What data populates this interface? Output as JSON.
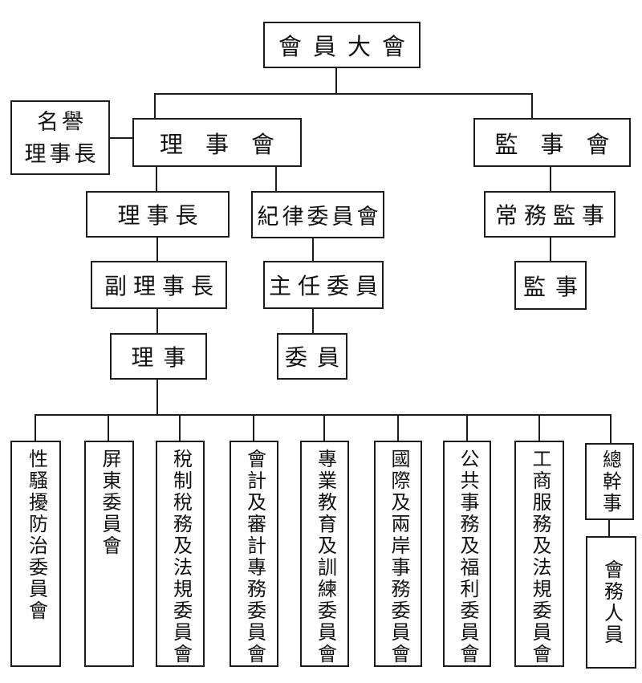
{
  "org_chart": {
    "background": "#ffffff",
    "line_color": "#1c1c1c",
    "nodes": {
      "member_assembly": {
        "label": "會員大會"
      },
      "honorary_chairman": {
        "lines": [
          "名譽",
          "理事長"
        ]
      },
      "board_of_directors": {
        "label": "理事會"
      },
      "board_of_supervisors": {
        "label": "監事會"
      },
      "chairman": {
        "label": "理事長"
      },
      "discipline_committee": {
        "label": "紀律委員會"
      },
      "standing_supervisor": {
        "label": "常務監事"
      },
      "vice_chairman": {
        "label": "副理事長"
      },
      "chief_commissioner": {
        "label": "主任委員"
      },
      "supervisor": {
        "label": "監事"
      },
      "director": {
        "label": "理事"
      },
      "commissioner": {
        "label": "委員"
      },
      "committee_sexual_harassment_prevention": {
        "label": "性騷擾防治委員會"
      },
      "committee_pingtung": {
        "label": "屏東委員會"
      },
      "committee_tax_system_legal": {
        "label": "稅制稅務及法規委員會"
      },
      "committee_accounting_audit": {
        "label": "會計及審計專務委員會"
      },
      "committee_education_training": {
        "label": "專業教育及訓練委員會"
      },
      "committee_international_cross_strait": {
        "label": "國際及兩岸事務委員會"
      },
      "committee_public_affairs_welfare": {
        "label": "公共事務及福利委員會"
      },
      "committee_business_service_legal": {
        "label": "工商服務及法規委員會"
      },
      "secretary_general": {
        "label": "總幹事"
      },
      "association_staff": {
        "label": "會務人員"
      }
    },
    "edges": [
      [
        "member_assembly",
        "board_of_directors"
      ],
      [
        "member_assembly",
        "board_of_supervisors"
      ],
      [
        "honorary_chairman",
        "board_of_directors"
      ],
      [
        "board_of_directors",
        "chairman"
      ],
      [
        "board_of_directors",
        "discipline_committee"
      ],
      [
        "board_of_supervisors",
        "standing_supervisor"
      ],
      [
        "chairman",
        "vice_chairman"
      ],
      [
        "discipline_committee",
        "chief_commissioner"
      ],
      [
        "standing_supervisor",
        "supervisor"
      ],
      [
        "vice_chairman",
        "director"
      ],
      [
        "chief_commissioner",
        "commissioner"
      ],
      [
        "director",
        "committee_sexual_harassment_prevention"
      ],
      [
        "director",
        "committee_pingtung"
      ],
      [
        "director",
        "committee_tax_system_legal"
      ],
      [
        "director",
        "committee_accounting_audit"
      ],
      [
        "director",
        "committee_education_training"
      ],
      [
        "director",
        "committee_international_cross_strait"
      ],
      [
        "director",
        "committee_public_affairs_welfare"
      ],
      [
        "director",
        "committee_business_service_legal"
      ],
      [
        "director",
        "secretary_general"
      ],
      [
        "secretary_general",
        "association_staff"
      ]
    ]
  }
}
